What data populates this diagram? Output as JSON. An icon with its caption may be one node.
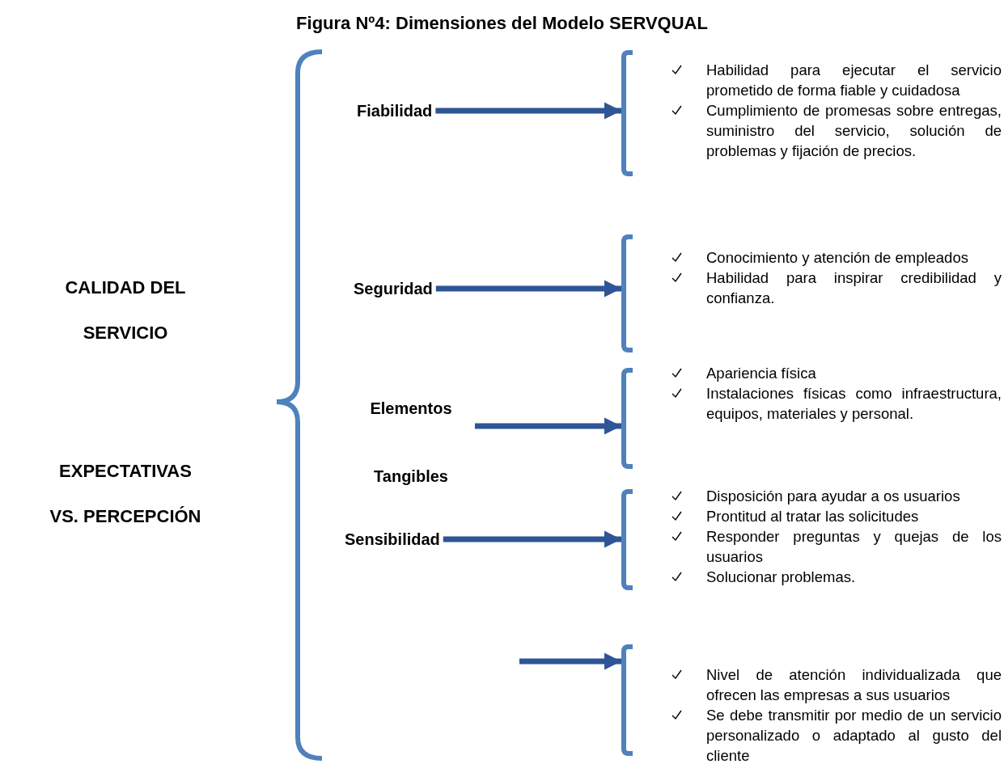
{
  "diagram": {
    "title": "Figura Nº4: Dimensiones del Modelo SERVQUAL",
    "nodes": [
      {
        "text": [
          "Fiabilidad"
        ]
      },
      {
        "text": [],
        "shape": "bracket",
        "beside": [
          "Habilidad para ejecutar el servicio prometido de forma fiable y cuidadosa",
          "Cumplimiento de promesas sobre entregas, suministro del servicio, solución de problemas y fijación de precios."
        ]
      },
      {
        "text": [
          "Seguridad"
        ]
      },
      {
        "text": [],
        "shape": "bracket",
        "beside": [
          "Conocimiento y atención de empleados",
          "Habilidad para inspirar credibilidad y confianza."
        ]
      },
      {
        "text": [
          "Elementos Tangibles"
        ]
      },
      {
        "text": [],
        "shape": "bracket",
        "beside": [
          "Apariencia física",
          "Instalaciones físicas como infraestructura, equipos, materiales y personal."
        ]
      },
      {
        "text": [
          "Sensibilidad"
        ]
      },
      {
        "text": [],
        "shape": "bracket",
        "beside": [
          "Disposición para ayudar a os usuarios",
          "Prontitud al tratar las solicitudes",
          "Responder preguntas y quejas de los usuarios",
          "Solucionar problemas."
        ]
      },
      {
        "text": [],
        "shape": "bracket",
        "beside": [
          "Nivel de atención individualizada que ofrecen las empresas a sus usuarios",
          "Se debe transmitir por medio de un servicio personalizado o adaptado al gusto del cliente"
        ]
      }
    ],
    "edges": [
      {
        "from": 0,
        "to": 1,
        "arrow": "to"
      },
      {
        "from": 2,
        "to": 3,
        "arrow": "to"
      },
      {
        "from": 4,
        "to": 5,
        "arrow": "to"
      },
      {
        "from": 6,
        "to": 7,
        "arrow": "to"
      },
      {
        "from": null,
        "to": 8,
        "arrow": "to"
      }
    ],
    "labels": [
      "CALIDAD DEL SERVICIO",
      "EXPECTATIVAS VS. PERCEPCIÓN"
    ]
  }
}
